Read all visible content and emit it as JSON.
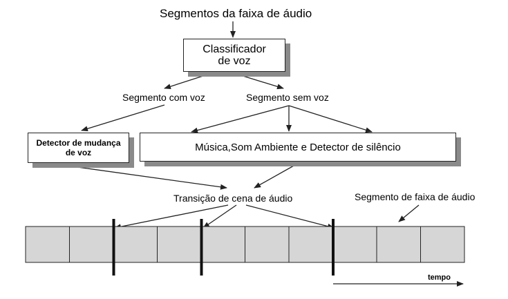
{
  "labels": {
    "input": "Segmentos da faixa de áudio",
    "with_voice": "Segmento com voz",
    "without_voice": "Segmento sem voz",
    "transition": "Transição de cena de áudio",
    "track_segment": "Segmento de faixa de áudio",
    "time": "tempo"
  },
  "boxes": {
    "classifier": {
      "line1": "Classificador",
      "line2": "de voz"
    },
    "voice_change": {
      "line1": "Detector de mudança",
      "line2": "de voz"
    },
    "other": {
      "text": "Música,Som Ambiente e Detector de silêncio"
    }
  },
  "track": {
    "segment_count": 10,
    "marker_positions": [
      2,
      4,
      7
    ]
  },
  "colors": {
    "segment_fill": "#d6d6d6",
    "shadow": "#8a8a8a",
    "line": "#222222"
  }
}
